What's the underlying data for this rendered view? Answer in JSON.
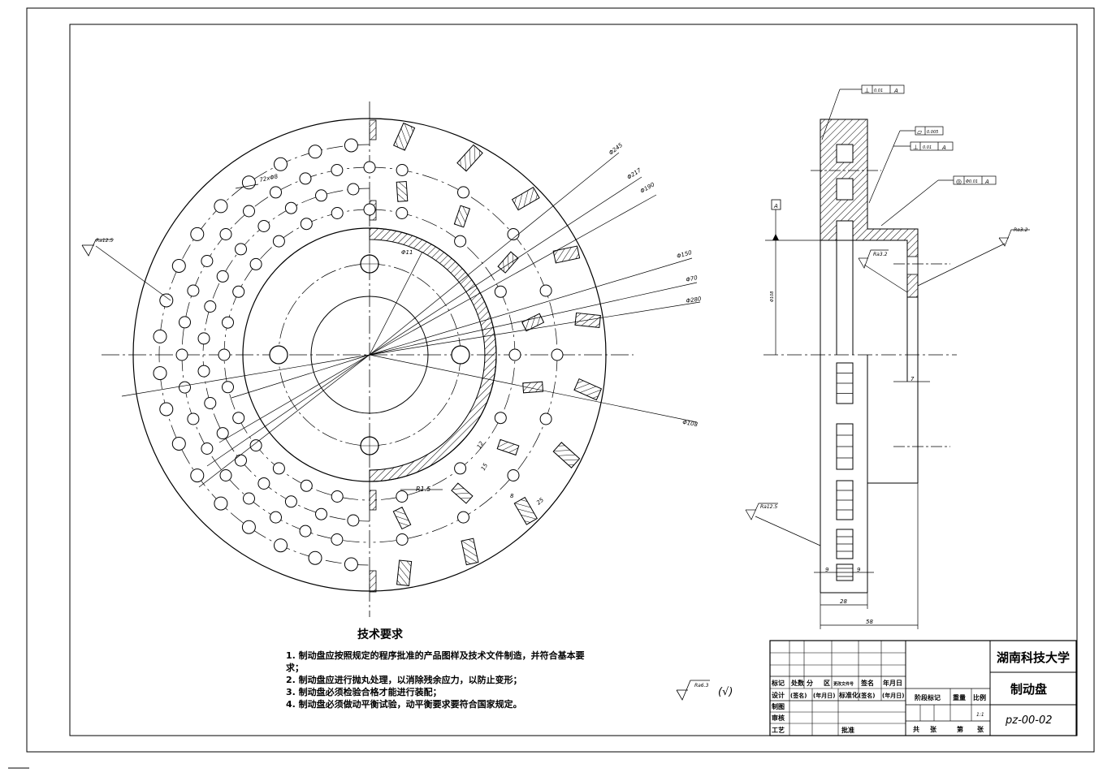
{
  "front_view": {
    "dimensions": [
      "Φ245",
      "Φ217",
      "Φ190",
      "Φ150",
      "Φ70",
      "Φ280",
      "Φ108",
      "Φ11",
      "72xΦ8",
      "R1.5",
      "12",
      "15",
      "8",
      "25"
    ],
    "roughness": [
      "Ra12.5"
    ]
  },
  "side_view": {
    "datum": "A",
    "tolerance_frames": [
      {
        "symbol": "⊥",
        "value": "0.01",
        "datum": "A"
      },
      {
        "symbol": "▱",
        "value": "0.005",
        "datum": ""
      },
      {
        "symbol": "⊥",
        "value": "0.01",
        "datum": "A"
      },
      {
        "symbol": "◎",
        "value": "Φ0.01",
        "datum": "A"
      }
    ],
    "roughness": [
      "Ra3.2",
      "Ra3.2",
      "Ra12.5"
    ],
    "dimensions": [
      "Φ108",
      "7",
      "9",
      "9",
      "28",
      "58"
    ]
  },
  "tech_requirements": {
    "title": "技术要求",
    "lines": [
      "1. 制动盘应按照规定的程序批准的产品图样及技术文件制造，并符合基本要求；",
      "2. 制动盘应进行抛丸处理，以消除残余应力，以防止变形；",
      "3. 制动盘必须检验合格才能进行装配；",
      "4. 制动盘必须做动平衡试验，动平衡要求要符合国家规定。"
    ],
    "roughness_note": "Ra6.3",
    "roughness_suffix": "(√)"
  },
  "title_block": {
    "university": "湖南科技大学",
    "part_name": "制动盘",
    "drawing_no": "pz-00-02",
    "scale": "1:1",
    "row_labels": [
      "标记",
      "处数",
      "分",
      "区",
      "更改文件号",
      "签名",
      "年月日"
    ],
    "design_labels": [
      "设计",
      "(签名)",
      "(年月日)",
      "标准化",
      "(签名)",
      "(年月日)"
    ],
    "stage_labels": [
      "阶段标记",
      "重量",
      "比例"
    ],
    "left_labels": [
      "制图",
      "审核",
      "工艺"
    ],
    "approve_label": "批准",
    "sheet_labels": [
      "共",
      "张",
      "第",
      "张"
    ]
  }
}
